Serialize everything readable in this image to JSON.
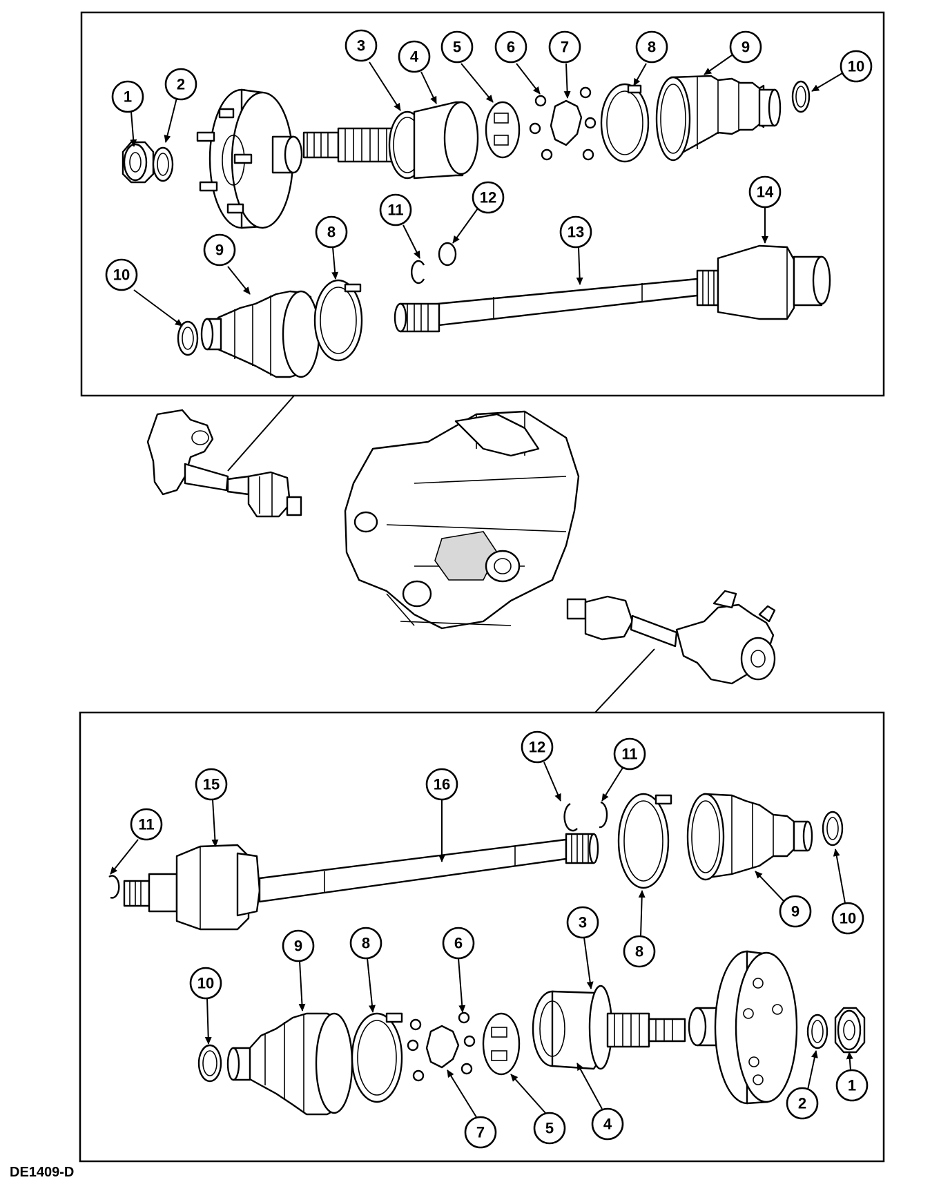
{
  "figure_code": "DE1409-D",
  "top_panel": {
    "callouts": [
      "1",
      "2",
      "3",
      "4",
      "5",
      "6",
      "7",
      "8",
      "9",
      "10",
      "11",
      "12",
      "13",
      "14",
      "10",
      "9",
      "8"
    ]
  },
  "bottom_panel": {
    "callouts": [
      "11",
      "15",
      "16",
      "12",
      "11",
      "10",
      "9",
      "8",
      "8",
      "9",
      "10",
      "3",
      "6",
      "7",
      "5",
      "4",
      "1",
      "2"
    ]
  },
  "colors": {
    "line": "#000000",
    "paper": "#ffffff"
  }
}
